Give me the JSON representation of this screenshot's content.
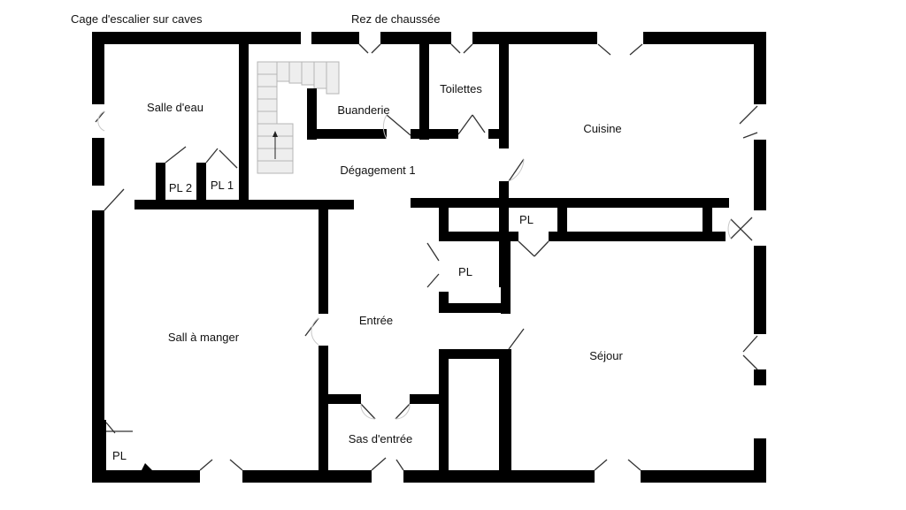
{
  "captions": {
    "basement_stair": "Cage d'escalier sur caves",
    "floor_name": "Rez de chaussée"
  },
  "rooms": {
    "salle_eau": "Salle d'eau",
    "buanderie": "Buanderie",
    "toilettes": "Toilettes",
    "cuisine": "Cuisine",
    "pl2": "PL 2",
    "pl1": "PL 1",
    "degagement": "Dégagement 1",
    "pl_top": "PL",
    "pl_mid": "PL",
    "entree": "Entrée",
    "salle_manger": "Sall à manger",
    "sejour": "Séjour",
    "sas": "Sas d'entrée",
    "pl_bottom": "PL"
  },
  "colors": {
    "wall": "#000000",
    "background": "#ffffff",
    "stairs": "#eeeeee"
  }
}
